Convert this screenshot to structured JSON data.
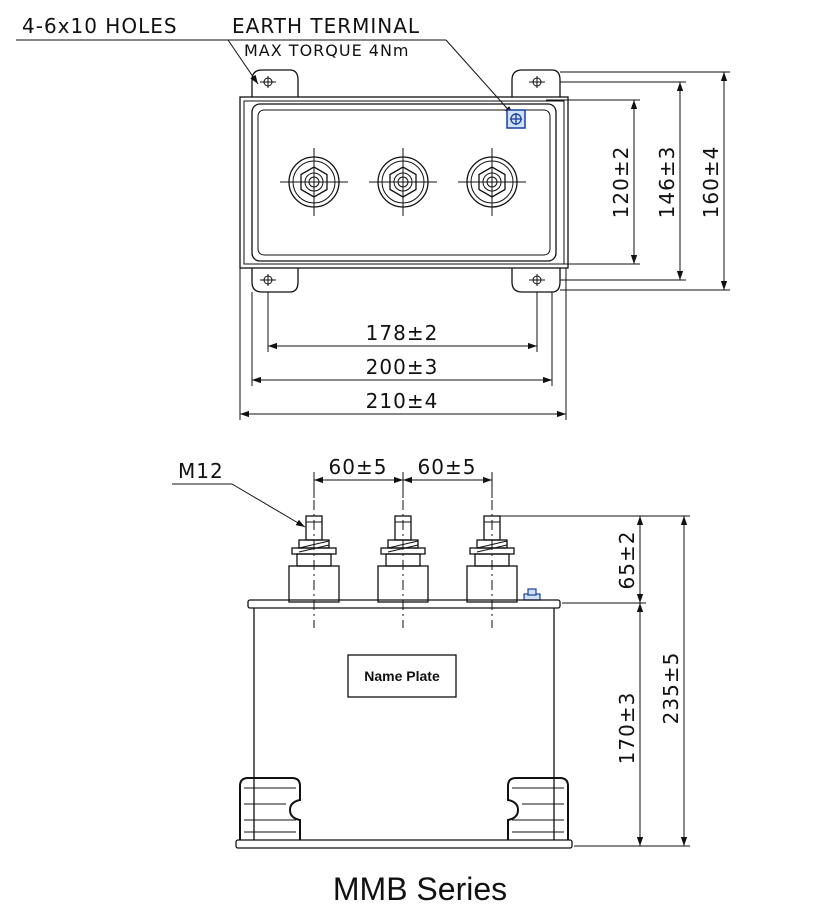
{
  "title": "MMB Series",
  "top_view": {
    "callout_holes": "4-6x10 HOLES",
    "callout_earth": "EARTH TERMINAL",
    "callout_torque": "MAX TORQUE 4Nm",
    "dims": {
      "w_inner": "178±2",
      "w_mid": "200±3",
      "w_outer": "210±4",
      "h_inner": "120±2",
      "h_mid": "146±3",
      "h_outer": "160±4"
    }
  },
  "side_view": {
    "thread": "M12",
    "pitch_1": "60±5",
    "pitch_2": "60±5",
    "terminal_height": "65±2",
    "body_height": "170±3",
    "total_height": "235±5",
    "name_plate": "Name Plate"
  }
}
